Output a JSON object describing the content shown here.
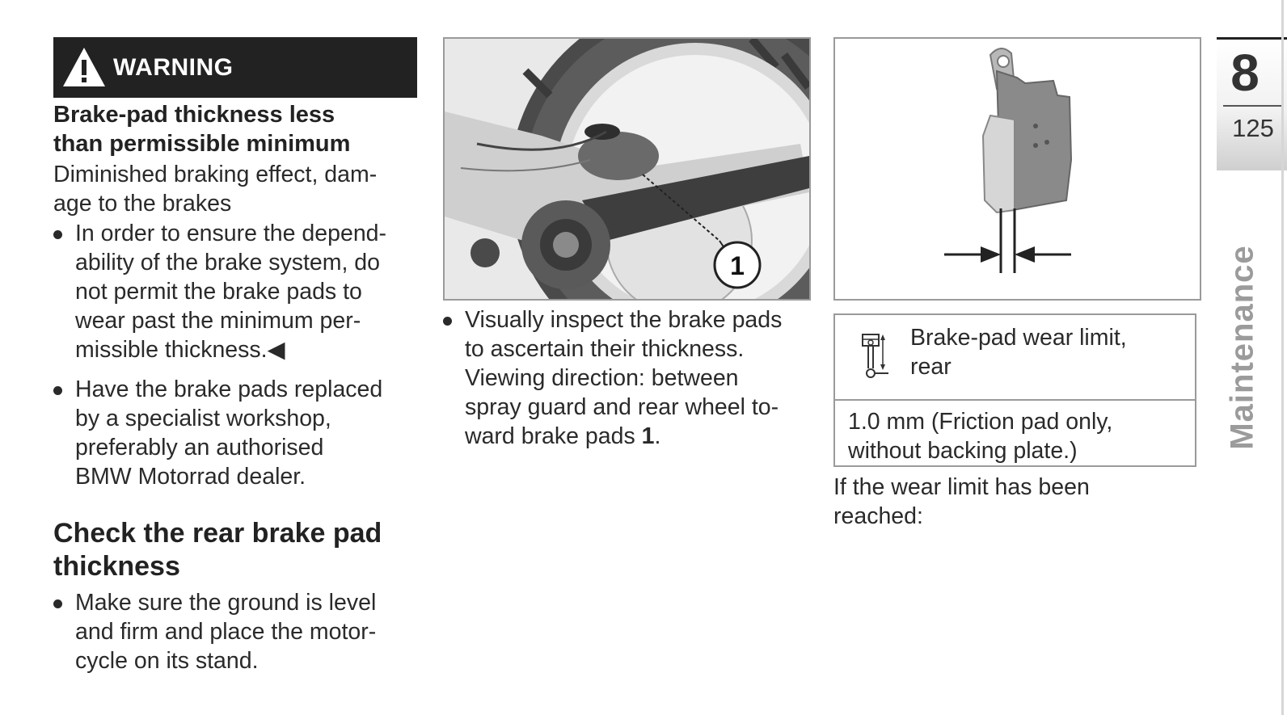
{
  "warning": {
    "label": "WARNING",
    "title_lines": [
      "Brake-pad thickness less",
      "than permissible minimum"
    ],
    "effect_lines": [
      "Diminished braking effect, dam-",
      "age to the brakes"
    ],
    "bullets": [
      {
        "lines": [
          "In order to ensure the depend-",
          "ability of the brake system, do",
          "not permit the brake pads to",
          "wear past the minimum per-",
          "missible thickness.◀"
        ]
      },
      {
        "lines": [
          "Have the brake pads replaced",
          "by a specialist workshop,",
          "preferably an authorised",
          "BMW Motorrad dealer."
        ]
      }
    ]
  },
  "section": {
    "title_lines": [
      "Check the rear brake pad",
      "thickness"
    ],
    "bullet_lines": [
      "Make sure the ground is level",
      "and firm and place the motor-",
      "cycle on its stand."
    ]
  },
  "middle": {
    "callout_number": "1",
    "bullet_lines": [
      "Visually inspect the brake pads",
      "to ascertain their thickness.",
      "Viewing direction: between",
      "spray guard and rear wheel to-",
      "ward brake pads "
    ],
    "bullet_bold_ref": "1",
    "bullet_trailing": "."
  },
  "right": {
    "spec_icon": "brake-pad-gauge-icon",
    "spec_label_lines": [
      "Brake-pad wear limit,",
      "rear"
    ],
    "spec_value_lines": [
      "1.0 mm (Friction pad only,",
      "without backing plate.)"
    ],
    "after_lines": [
      "If the wear limit has been",
      "reached:"
    ]
  },
  "chapter": {
    "number": "8",
    "page": "125",
    "section_name": "Maintenance"
  },
  "colors": {
    "warning_bar": "#222222",
    "text": "#2a2a2a",
    "tab_label": "#9b9b9b"
  }
}
